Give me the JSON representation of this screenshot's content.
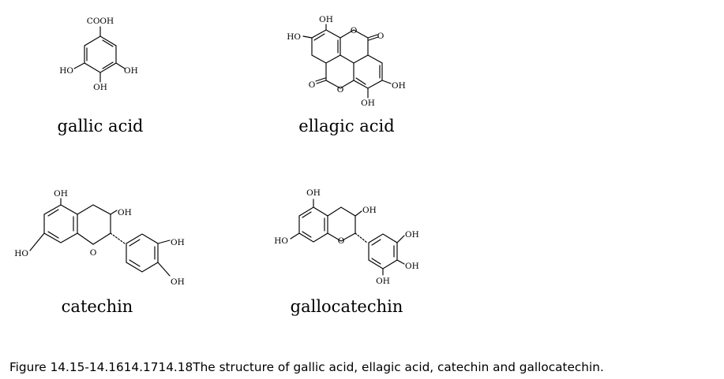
{
  "structures": {
    "gallic": {
      "name": "gallic acid",
      "labels": {
        "cooh": "COOH",
        "ho_left": "HO",
        "oh_right": "OH",
        "oh_bottom": "OH"
      }
    },
    "ellagic": {
      "name": "ellagic acid",
      "labels": {
        "oh_top": "OH",
        "ho_left": "HO",
        "o_ring_top": "O",
        "o_carbonyl_right": "O",
        "o_carbonyl_left": "O",
        "o_ring_bottom": "O",
        "oh_right": "OH",
        "oh_bottom": "OH"
      }
    },
    "catechin": {
      "name": "catechin",
      "labels": {
        "oh_top": "OH",
        "oh_c3": "OH",
        "ho_left": "HO",
        "o_ring": "O",
        "oh_b1": "OH",
        "oh_b2": "OH"
      }
    },
    "gallocatechin": {
      "name": "gallocatechin",
      "labels": {
        "oh_top": "OH",
        "oh_c3": "OH",
        "ho_left": "HO",
        "o_ring": "O",
        "oh_b1": "OH",
        "oh_b2": "OH",
        "oh_b3": "OH"
      }
    }
  },
  "caption": "Figure 14.15-14.1614.1714.18The structure of gallic acid, ellagic acid, catechin and gallocatechin."
}
